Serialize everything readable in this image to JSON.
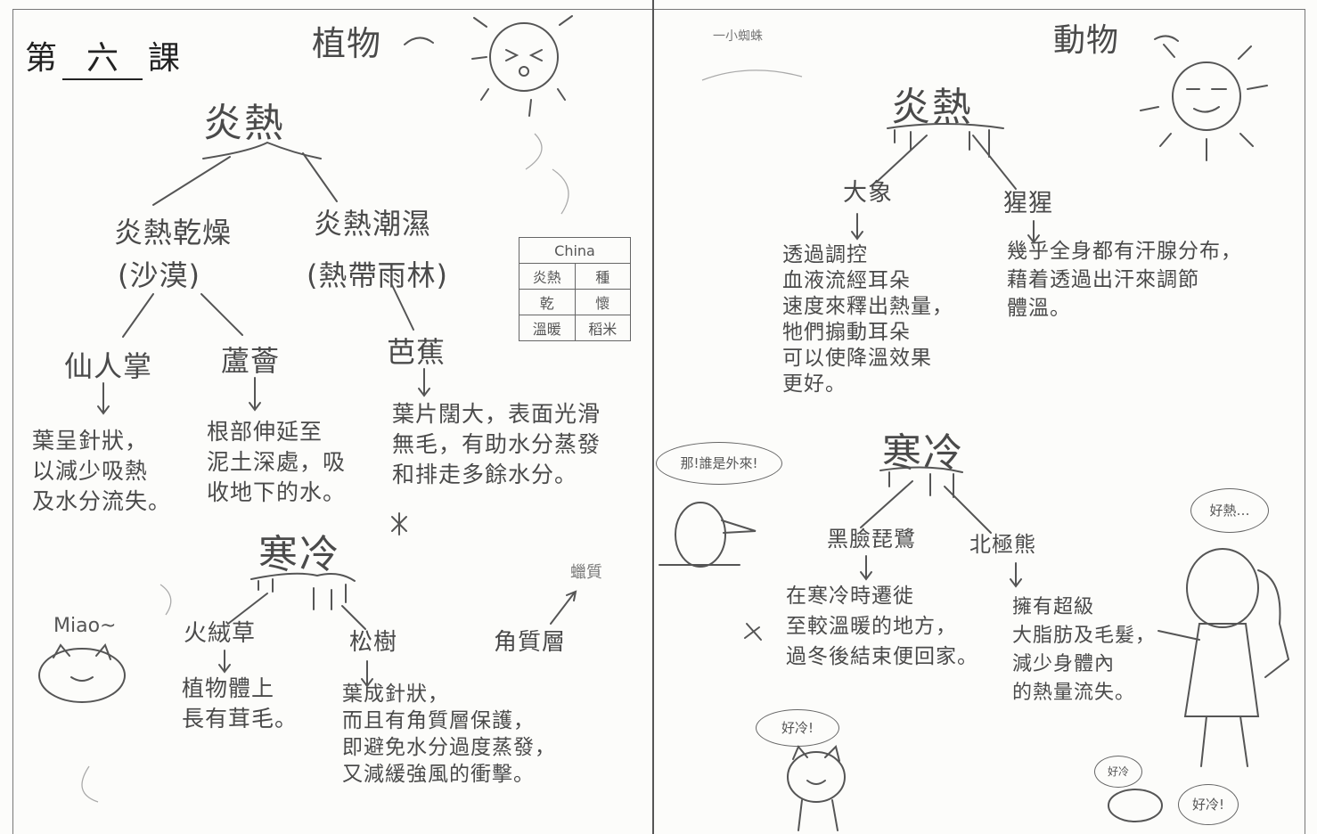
{
  "lesson": {
    "prefix": "第",
    "number": "六",
    "suffix": "課"
  },
  "plants": {
    "title": "植物",
    "hot": {
      "heading": "炎熱",
      "dry": {
        "label": "炎熱乾燥",
        "sub": "(沙漠)",
        "cactus": {
          "name": "仙人掌",
          "desc": [
            "葉呈針狀，",
            "以減少吸熱",
            "及水分流失。"
          ]
        },
        "aloe": {
          "name": "蘆薈",
          "desc": [
            "根部伸延至",
            "泥土深處，吸",
            "收地下的水。"
          ]
        }
      },
      "humid": {
        "label": "炎熱潮濕",
        "sub": "(熱帶雨林)",
        "banana": {
          "name": "芭蕉",
          "desc": [
            "葉片闊大，表面光滑",
            "無毛，有助水分蒸發",
            "和排走多餘水分。"
          ]
        }
      }
    },
    "cold": {
      "heading": "寒冷",
      "edelweiss": {
        "name": "火絨草",
        "desc": [
          "植物體上",
          "長有茸毛。"
        ]
      },
      "pine": {
        "name": "松樹",
        "desc": [
          "葉成針狀，",
          "而且有角質層保護，",
          "即避免水分過度蒸發，",
          "又減緩強風的衝擊。"
        ]
      },
      "cuticle": {
        "name": "角質層",
        "note": "蠟質"
      }
    },
    "china_table": {
      "header": "China",
      "rows": [
        [
          "炎熱",
          "種"
        ],
        [
          "乾",
          "懷"
        ],
        [
          "溫暖",
          "稻米"
        ]
      ]
    },
    "cat_label": "Miao~"
  },
  "animals": {
    "title": "動物",
    "top_note": "一小蜘蛛",
    "hot": {
      "heading": "炎熱",
      "elephant": {
        "name": "大象",
        "desc": [
          "透過調控",
          "血液流經耳朵",
          "速度來釋出熱量，",
          "牠們搧動耳朵",
          "可以使降溫效果",
          "更好。"
        ]
      },
      "orangutan": {
        "name": "猩猩",
        "desc": [
          "幾乎全身都有汗腺分布，",
          "藉着透過出汗來調節",
          "體溫。"
        ]
      }
    },
    "cold": {
      "heading": "寒冷",
      "swallow": {
        "name": "黑臉琵鷺",
        "desc": [
          "在寒冷時遷徙",
          "至較溫暖的地方，",
          "過冬後結束便回家。"
        ]
      },
      "polar_bear": {
        "name": "北極熊",
        "desc": [
          "擁有超級",
          "大脂肪及毛髮，",
          "減少身體內",
          "的熱量流失。"
        ]
      }
    },
    "bubbles": {
      "bird": "那!誰是外來!",
      "girl": "好熱…",
      "cat": "好冷!",
      "bottom_cat": "好冷",
      "bottom_r": "好冷!"
    }
  }
}
